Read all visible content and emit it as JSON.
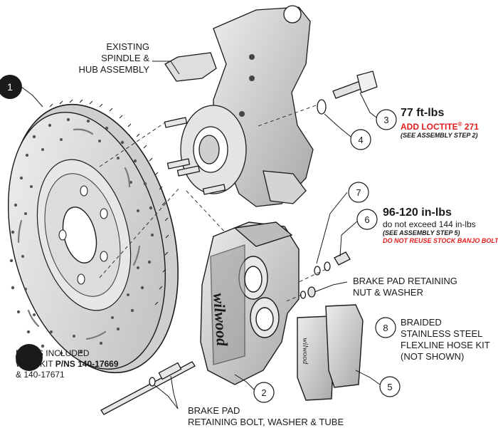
{
  "labels": {
    "spindle": [
      "EXISTING",
      "SPINDLE &",
      "HUB ASSEMBLY"
    ],
    "pad_nut": [
      "BRAKE PAD RETAINING",
      "NUT & WASHER"
    ],
    "hose": [
      "BRAIDED",
      "STAINLESS STEEL",
      "FLEXLINE HOSE KIT",
      "(NOT SHOWN)"
    ],
    "pad_bolt": [
      "BRAKE PAD",
      "RETAINING BOLT, WASHER & TUBE"
    ]
  },
  "callouts": [
    {
      "num": "1",
      "filled": true
    },
    {
      "num": "2",
      "filled": false
    },
    {
      "num": "3",
      "filled": false
    },
    {
      "num": "4",
      "filled": false
    },
    {
      "num": "5",
      "filled": false
    },
    {
      "num": "6",
      "filled": false
    },
    {
      "num": "7",
      "filled": false
    },
    {
      "num": "8",
      "filled": false
    }
  ],
  "spec3": {
    "torque": "77 ft-lbs",
    "loctite_prefix": "ADD LOCTITE",
    "loctite_mark": "®",
    "loctite_number": " 271",
    "note": "(SEE ASSEMBLY STEP 2)"
  },
  "spec6": {
    "torque": "96-120 in-lbs",
    "limit": "do not exceed 144 in-lbs",
    "note": "(SEE ASSEMBLY STEP 5)",
    "warning": "DO NOT REUSE STOCK BANJO BOLT"
  },
  "kit": {
    "line1": "PARTS INCLUDED",
    "line2_prefix": "WITH KIT ",
    "line2_bold": "P/NS 140-17669",
    "line3": "& 140-17671"
  },
  "brand": {
    "caliper_logo": "wilwood",
    "pad_logo": "wilwood"
  },
  "colors": {
    "ink": "#1a1a1a",
    "part_fill": "#d9d9d9",
    "part_dark": "#9a9a9a",
    "warning_red": "#e31b1b"
  }
}
